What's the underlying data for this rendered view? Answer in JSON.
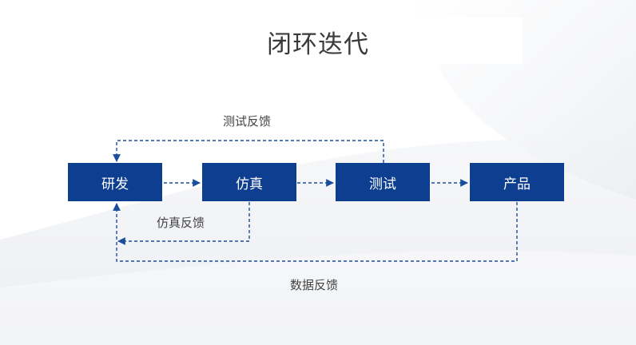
{
  "title": "闭环迭代",
  "nodes": [
    "研发",
    "仿真",
    "测试",
    "产品"
  ],
  "feedback": {
    "test": "测试反馈",
    "simulation": "仿真反馈",
    "data": "数据反馈"
  },
  "colors": {
    "box": "#0d3e8f",
    "line": "#1a4d9c",
    "text": "#444444"
  }
}
